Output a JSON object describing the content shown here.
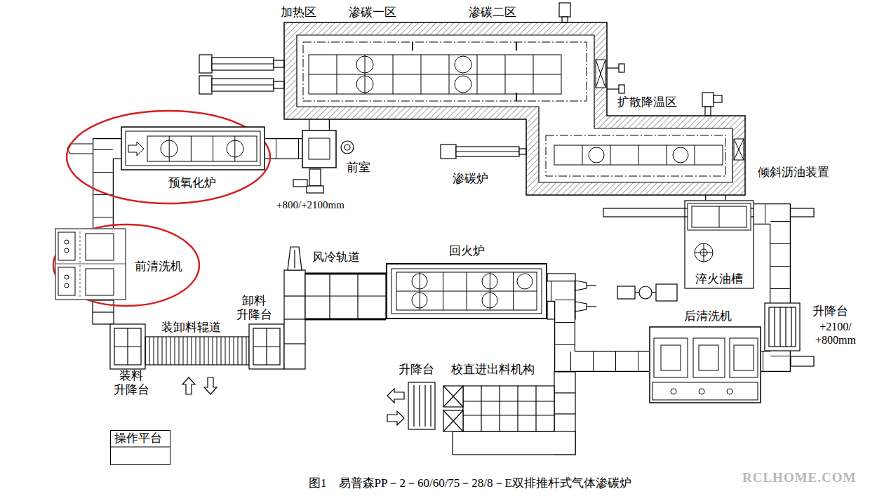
{
  "diagram": {
    "caption": "图1　易普森PP－2－60/60/75－28/8－E双排推杆式气体渗碳炉",
    "nodes": [
      {
        "text": [
          "渗碳炉"
        ]
      },
      {
        "text": [
          "预氧化炉"
        ]
      },
      {
        "text": [
          "前室"
        ]
      },
      {
        "text": [
          "淬火油槽"
        ]
      },
      {
        "text": [
          "前清洗机"
        ]
      },
      {
        "text": [
          "回火炉"
        ]
      },
      {
        "text": [
          "后清洗机"
        ]
      },
      {
        "text": [
          "操作平台"
        ]
      }
    ],
    "edges": [
      {
        "from": 4,
        "to": 1,
        "arrow": "none"
      },
      {
        "from": 1,
        "to": 2,
        "arrow": "none"
      },
      {
        "from": 2,
        "to": 0,
        "arrow": "none"
      },
      {
        "from": 0,
        "to": 3,
        "arrow": "none"
      },
      {
        "from": 3,
        "to": 6,
        "arrow": "none"
      },
      {
        "from": 6,
        "to": 5,
        "arrow": "none"
      }
    ],
    "labels": [
      "加热区",
      "渗碳一区",
      "渗碳二区",
      "扩散降温区",
      "+800/+2100mm",
      "倾斜沥油装置",
      "风冷轨道",
      "卸料 升降台",
      "装卸料辊道",
      "装料 升降台",
      "升降台",
      "+2100/ +800mm",
      "升降台",
      "校直进出料机构",
      "RCLHOME.COM"
    ]
  }
}
